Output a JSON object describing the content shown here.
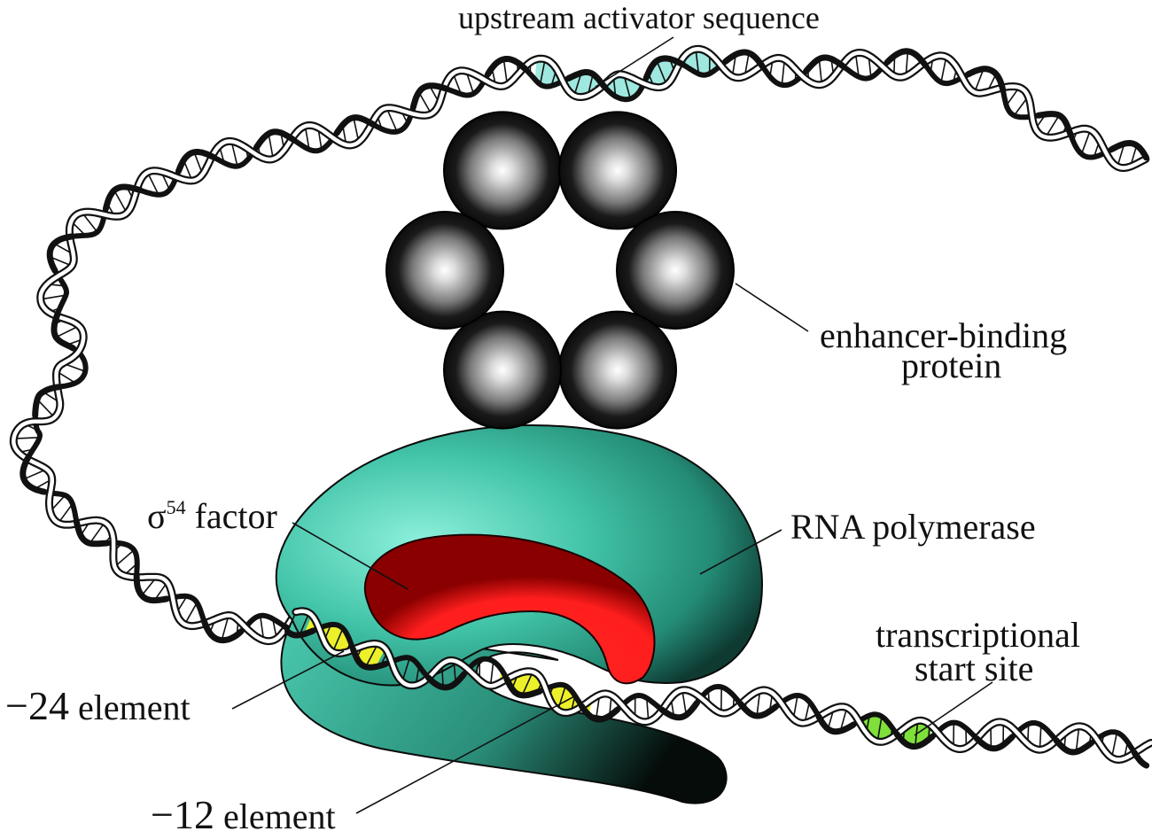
{
  "labels": {
    "uas": "upstream activator sequence",
    "ebp_line1": "enhancer-binding",
    "ebp_line2": "protein",
    "sigma_symbol": "σ",
    "sigma_sup": "54",
    "sigma_text": " factor",
    "rnap": "RNA polymerase",
    "tss_line1": "transcriptional",
    "tss_line2": "start site",
    "el24_num": "−24",
    "el24_text": " element",
    "el12_num": "−12",
    "el12_text": " element"
  },
  "colors": {
    "dna_dark": "#111111",
    "dna_light": "#ffffff",
    "uas_highlight": "#9fe8df",
    "element_highlight": "#ecf02a",
    "tss_highlight": "#7fe03a",
    "polymerase": "#3fbfa4",
    "sigma_factor": "#ff1f1f",
    "protein_subunit_center": "#ffffff",
    "protein_subunit_edge": "#0c0c0c"
  },
  "protein_subunits": 6
}
